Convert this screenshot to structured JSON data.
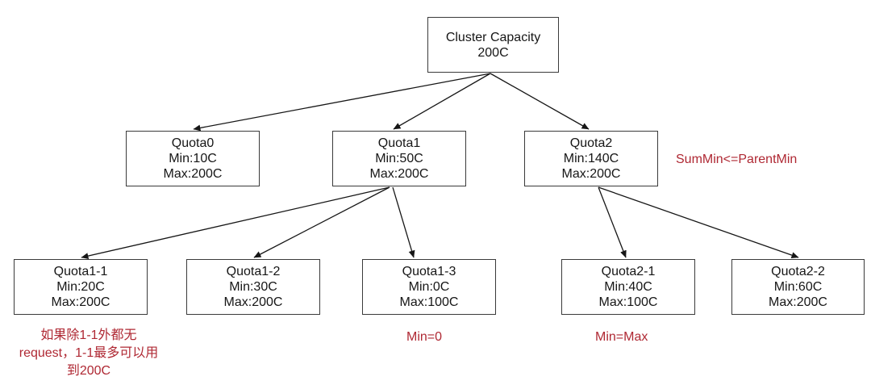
{
  "colors": {
    "background": "#ffffff",
    "box_border": "#3a3a3a",
    "text": "#161616",
    "arrow": "#161616",
    "annotation_red": "#af2833"
  },
  "diagram": {
    "nodes": [
      {
        "id": "cluster",
        "lines": [
          "Cluster Capacity",
          "200C"
        ]
      },
      {
        "id": "quota0",
        "lines": [
          "Quota0",
          "Min:10C",
          "Max:200C"
        ]
      },
      {
        "id": "quota1",
        "lines": [
          "Quota1",
          "Min:50C",
          "Max:200C"
        ]
      },
      {
        "id": "quota2",
        "lines": [
          "Quota2",
          "Min:140C",
          "Max:200C"
        ]
      },
      {
        "id": "quota1-1",
        "lines": [
          "Quota1-1",
          "Min:20C",
          "Max:200C"
        ]
      },
      {
        "id": "quota1-2",
        "lines": [
          "Quota1-2",
          "Min:30C",
          "Max:200C"
        ]
      },
      {
        "id": "quota1-3",
        "lines": [
          "Quota1-3",
          "Min:0C",
          "Max:100C"
        ]
      },
      {
        "id": "quota2-1",
        "lines": [
          "Quota2-1",
          "Min:40C",
          "Max:100C"
        ]
      },
      {
        "id": "quota2-2",
        "lines": [
          "Quota2-2",
          "Min:60C",
          "Max:200C"
        ]
      }
    ],
    "edges": [
      {
        "from": "cluster",
        "to": "quota0"
      },
      {
        "from": "cluster",
        "to": "quota1"
      },
      {
        "from": "cluster",
        "to": "quota2"
      },
      {
        "from": "quota1",
        "to": "quota1-1"
      },
      {
        "from": "quota1",
        "to": "quota1-2"
      },
      {
        "from": "quota1",
        "to": "quota1-3"
      },
      {
        "from": "quota2",
        "to": "quota2-1"
      },
      {
        "from": "quota2",
        "to": "quota2-2"
      }
    ],
    "annotations": [
      {
        "id": "rule-summin",
        "text": "SumMin<=ParentMin"
      },
      {
        "id": "note-quota1-1",
        "lines": [
          "如果除1-1外都无",
          "request，1-1最多可以用",
          "到200C"
        ]
      },
      {
        "id": "note-quota1-3",
        "text": "Min=0"
      },
      {
        "id": "note-quota2-1",
        "text": "Min=Max"
      }
    ]
  }
}
